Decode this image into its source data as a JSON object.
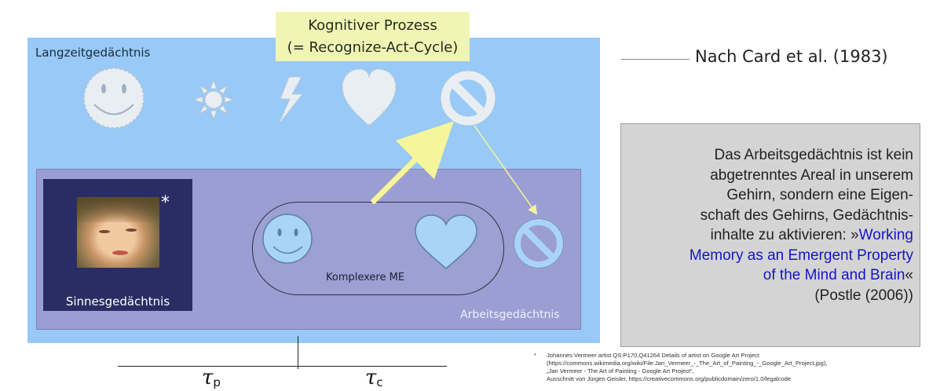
{
  "process": {
    "title": "Kognitiver Prozess",
    "subtitle": "(= Recognize-Act-Cycle)"
  },
  "memory": {
    "long_term": "Langzeitgedächtnis",
    "working": "Arbeitsgedächtnis",
    "sensory": "Sinnesgedächtnis",
    "complex_unit": "Komplexere ME",
    "asterisk": "*"
  },
  "ltm_icons": [
    "smiley-icon",
    "sun-icon",
    "lightning-icon",
    "heart-icon",
    "prohibited-icon"
  ],
  "wm_icons": [
    "smiley-icon",
    "heart-icon",
    "prohibited-icon"
  ],
  "citation": "Nach Card et al. (1983)",
  "note": {
    "lines": [
      "Das Arbeitsgedächtnis ist kein",
      "abgetrenntes Areal in unserem",
      "Gehirn, sondern eine Eigen-",
      "schaft des Gehirns, Gedächtnis-",
      "inhalte zu aktivieren: »"
    ],
    "link_lines": [
      "Working",
      "Memory as an Emergent Property",
      "of the Mind and Brain"
    ],
    "close": "«",
    "source": "(Postle (2006))"
  },
  "timeline": {
    "tau_symbol": "τ",
    "p": "p",
    "c": "c"
  },
  "footnote": {
    "star": "*",
    "lines": [
      "Johannes Vermeer artist QS:P170,Q41264 Details of artist on Google Art Project",
      "(https://commons.wikimedia.org/wiki/File:Jan_Vermeer_-_The_Art_of_Painting_-_Google_Art_Project.jpg),",
      "„Jan Vermeer - The Art of Painting - Google Art Project“,",
      "Ausschnitt von Jürgen Geisler, https://creativecommons.org/publicdomain/zero/1.0/legalcode"
    ]
  },
  "colors": {
    "long_term_bg": "#99c9f6",
    "working_bg": "#9b9ed2",
    "sensory_bg": "#2a2d63",
    "process_bg": "#f1f5b3",
    "arrow_yellow": "#f5f59a",
    "link_blue": "#1515c8",
    "icon_fill": "#a9d4f7"
  }
}
